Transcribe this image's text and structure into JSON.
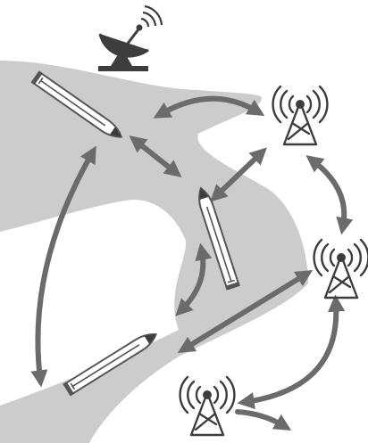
{
  "diagram": {
    "kind": "ship-to-shore and ship-to-ship communication network",
    "nodes": [
      {
        "id": "satellite",
        "icon": "satellite-dish-icon"
      },
      {
        "id": "tower-top",
        "icon": "radio-tower-icon"
      },
      {
        "id": "tower-middle",
        "icon": "radio-tower-icon"
      },
      {
        "id": "tower-bottom",
        "icon": "radio-tower-icon"
      },
      {
        "id": "ship-top",
        "icon": "ship-icon"
      },
      {
        "id": "ship-middle",
        "icon": "ship-icon"
      },
      {
        "id": "ship-bottom",
        "icon": "ship-icon"
      }
    ],
    "links": [
      {
        "from": "ship-top",
        "to": "tower-top",
        "direction": "both"
      },
      {
        "from": "ship-top",
        "to": "ship-middle",
        "direction": "both"
      },
      {
        "from": "ship-top",
        "to": "ship-bottom",
        "direction": "both"
      },
      {
        "from": "ship-middle",
        "to": "tower-top",
        "direction": "both"
      },
      {
        "from": "ship-middle",
        "to": "ship-bottom",
        "direction": "both"
      },
      {
        "from": "tower-top",
        "to": "tower-middle",
        "direction": "both"
      },
      {
        "from": "ship-bottom",
        "to": "tower-middle",
        "direction": "both"
      },
      {
        "from": "tower-middle",
        "to": "tower-bottom",
        "direction": "both"
      },
      {
        "from": "tower-bottom",
        "to": "offscreen",
        "direction": "out"
      }
    ],
    "colors": {
      "water": "#cccccc",
      "arrow": "#6b6b6b",
      "icon": "#3d3d3d",
      "ship_hull": "#ffffff",
      "ship_outline": "#555555"
    }
  }
}
